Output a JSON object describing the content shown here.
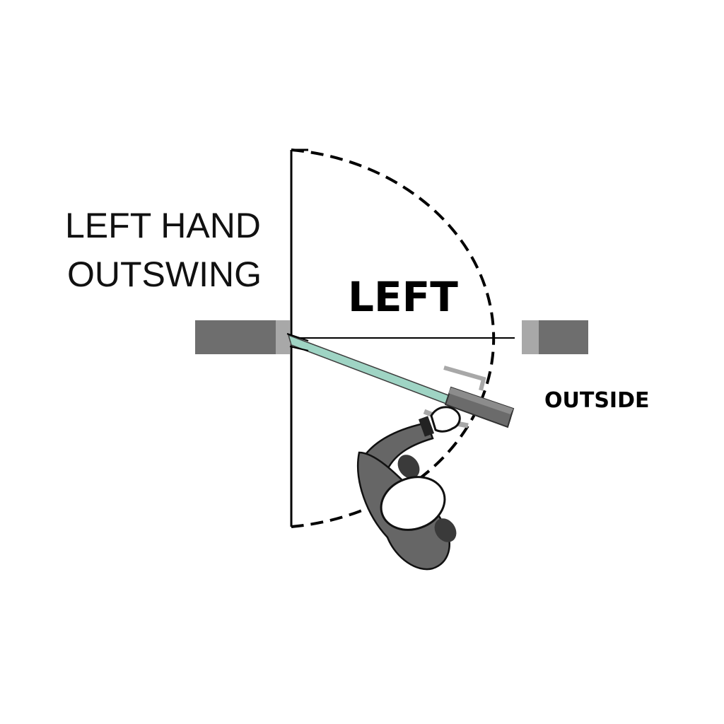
{
  "diagram": {
    "title_lines": [
      "LEFT HAND",
      "OUTSWING"
    ],
    "swing_label": "LEFT",
    "side_label": "OUTSIDE",
    "icons": [
      "door-swing-arc-icon",
      "person-pushing-door-icon",
      "door-handle-icon"
    ]
  },
  "colors": {
    "wall": "#6e6e6e",
    "jamb": "#a8a8a8",
    "door_glass": "#9fd4c4",
    "door_edge": "#3d3d3d",
    "person_body": "#666666",
    "person_head": "#ffffff",
    "line": "#000000"
  }
}
